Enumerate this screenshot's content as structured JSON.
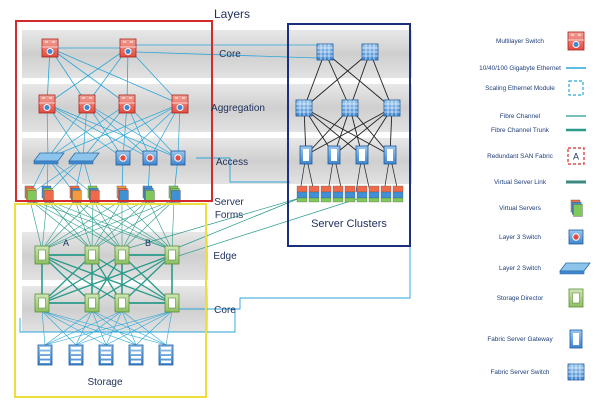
{
  "title": "Layers",
  "layers": [
    "Core",
    "Aggregation",
    "Access",
    "Server",
    "Forms",
    "Edge",
    "Core"
  ],
  "group_labels": {
    "server_clusters": "Server Clusters",
    "storage": "Storage",
    "director_a": "A",
    "director_b": "B"
  },
  "colors": {
    "red_box": "#d42a2a",
    "navy_box": "#1c2f7c",
    "yellow_box": "#ecdf3a",
    "ethernet": "#2aa6d8",
    "fibre_channel": "#2a9a8a",
    "switch_red": "#e9534a",
    "switch_blue": "#3f90d6",
    "director_green": "#9fcb7a"
  },
  "legend": [
    {
      "label": "Multilayer Switch",
      "icon": "multilayer-switch-icon"
    },
    {
      "label": "10/40/100 Gigabyte Ethernet",
      "icon": "ethernet-line-icon"
    },
    {
      "label": "Scaling Ethernet Module",
      "icon": "scaling-module-icon"
    },
    {
      "label": "Fibre Channel",
      "icon": "fibre-channel-line-icon"
    },
    {
      "label": "Fibre Channel Trunk",
      "icon": "fibre-trunk-line-icon"
    },
    {
      "label": "Redundant SAN Fabric",
      "icon": "redundant-san-icon",
      "glyph": "A"
    },
    {
      "label": "Virtual Server Link",
      "icon": "virtual-link-line-icon"
    },
    {
      "label": "Virtual Servers",
      "icon": "virtual-servers-icon"
    },
    {
      "label": "Layer 3 Switch",
      "icon": "layer3-switch-icon"
    },
    {
      "label": "Layer 2 Switch",
      "icon": "layer2-switch-icon"
    },
    {
      "label": "Storage Director",
      "icon": "storage-director-icon"
    },
    {
      "label": "Fabric Server Gateway",
      "icon": "fabric-gateway-icon"
    },
    {
      "label": "Fabric Server Switch",
      "icon": "fabric-switch-icon"
    }
  ]
}
